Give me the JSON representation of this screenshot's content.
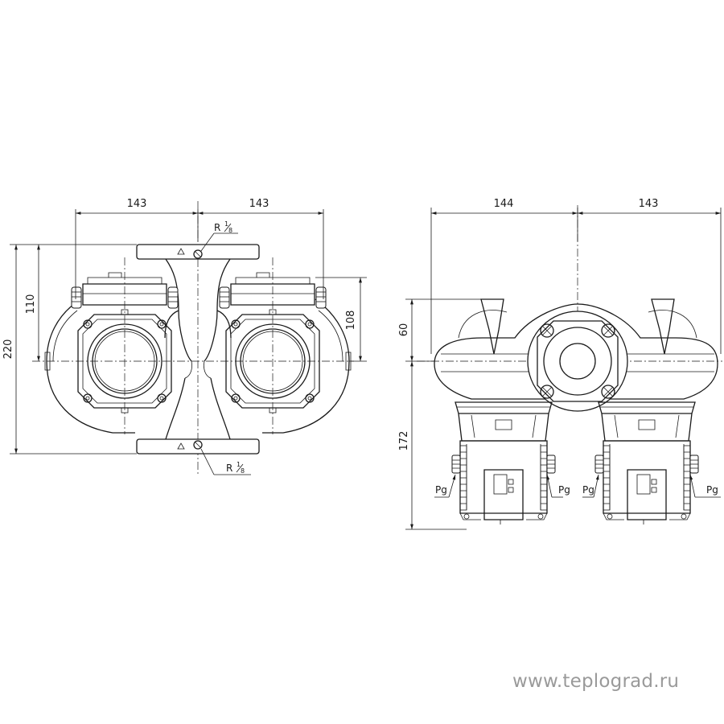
{
  "front_view": {
    "dim_width_left": "143",
    "dim_width_right": "143",
    "dim_height_total": "220",
    "dim_height_upper": "110",
    "dim_height_right": "108",
    "thread_top": {
      "prefix": "R",
      "num": "1",
      "den": "8"
    },
    "thread_bottom": {
      "prefix": "R",
      "num": "1",
      "den": "8"
    }
  },
  "side_view": {
    "dim_width_left": "144",
    "dim_width_right": "143",
    "dim_height_upper": "60",
    "dim_height_lower": "172",
    "cable_gland_labels": [
      "Pg",
      "Pg",
      "Pg",
      "Pg"
    ]
  },
  "watermark": "www.teplograd.ru"
}
